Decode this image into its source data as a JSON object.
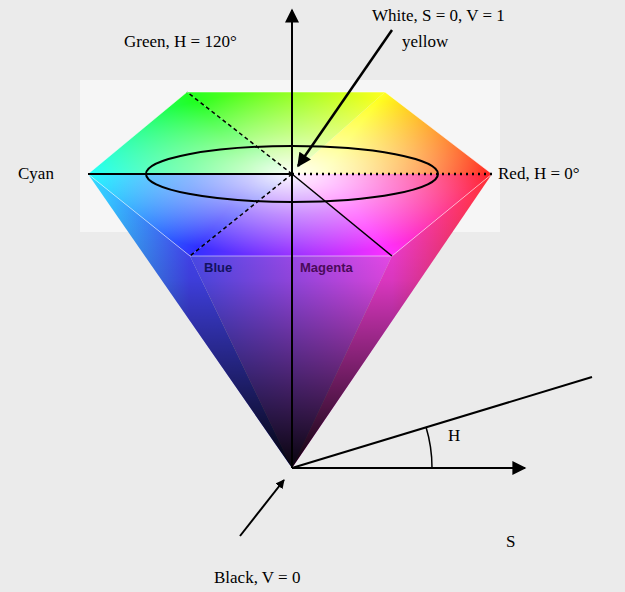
{
  "diagram": {
    "labels": [
      "Green, H = 120°",
      "White, S = 0, V = 1",
      "yellow",
      "Cyan",
      "Red, H = 0°",
      "Blue",
      "Magenta",
      "H",
      "S",
      "Black, V = 0"
    ]
  }
}
